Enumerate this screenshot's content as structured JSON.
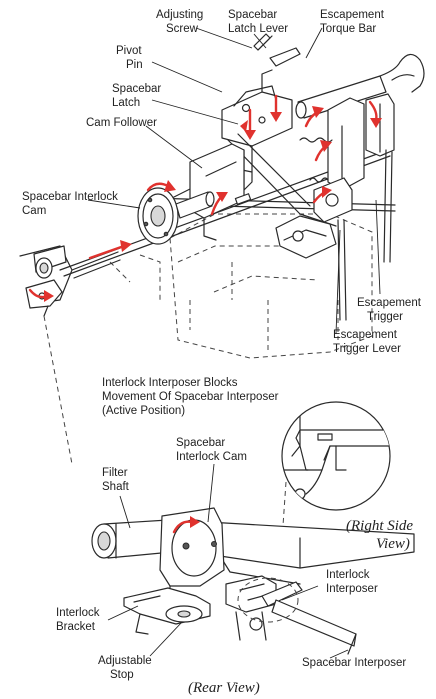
{
  "top_view": {
    "labels": {
      "adjusting_screw": [
        "Adjusting",
        "Screw"
      ],
      "spacebar_latch_lever": [
        "Spacebar",
        "Latch Lever"
      ],
      "escapement_torque_bar": [
        "Escapement",
        "Torque Bar"
      ],
      "pivot_pin": [
        "Pivot",
        "Pin"
      ],
      "spacebar_latch": [
        "Spacebar",
        "Latch"
      ],
      "cam_follower": [
        "Cam Follower"
      ],
      "spacebar_interlock_cam": [
        "Spacebar Interlock",
        "Cam"
      ],
      "escapement_trigger": [
        "Escapement",
        "Trigger"
      ],
      "escapement_trigger_lever": [
        "Escapement",
        "Trigger Lever"
      ]
    }
  },
  "bottom_view": {
    "note": [
      "Interlock Interposer Blocks",
      "Movement Of Spacebar Interposer",
      "(Active Position)"
    ],
    "labels": {
      "spacebar_interlock_cam": [
        "Spacebar",
        "Interlock Cam"
      ],
      "filter_shaft": [
        "Filter",
        "Shaft"
      ],
      "interlock_interposer": [
        "Interlock",
        "Interposer"
      ],
      "interlock_bracket": [
        "Interlock",
        "Bracket"
      ],
      "adjustable_stop": [
        "Adjustable",
        "Stop"
      ],
      "spacebar_interposer": [
        "Spacebar Interposer"
      ]
    },
    "right_side_caption": [
      "(Right Side",
      "View)"
    ],
    "rear_caption": "(Rear View)"
  },
  "colors": {
    "ink": "#2a2a2a",
    "arrow": "#e0322e",
    "background": "#ffffff"
  }
}
